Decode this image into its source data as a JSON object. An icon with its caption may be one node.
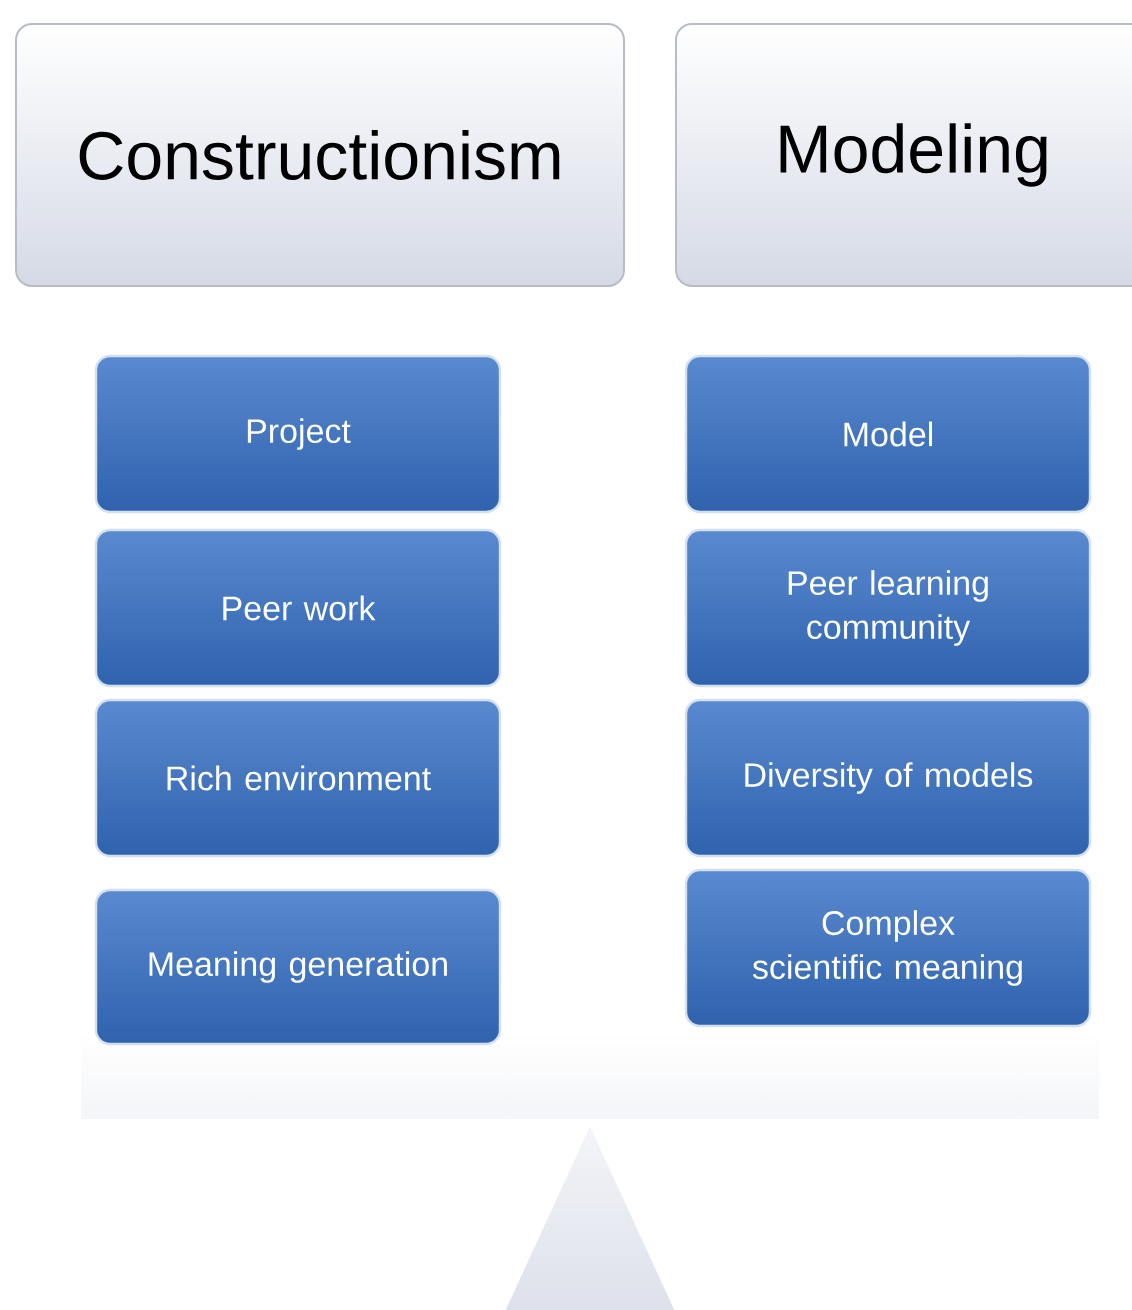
{
  "diagram": {
    "nodes": [
      {
        "text": [
          "Constructionism"
        ]
      },
      {
        "text": [
          "Modeling"
        ]
      },
      {
        "text": [
          "Project"
        ]
      },
      {
        "text": [
          "Peer work"
        ]
      },
      {
        "text": [
          "Rich environment"
        ]
      },
      {
        "text": [
          "Meaning generation"
        ]
      },
      {
        "text": [
          "Model"
        ]
      },
      {
        "text": [
          "Peer learning community"
        ]
      },
      {
        "text": [
          "Diversity of models"
        ]
      },
      {
        "text": [
          "Complex scientific meaning"
        ]
      }
    ]
  }
}
